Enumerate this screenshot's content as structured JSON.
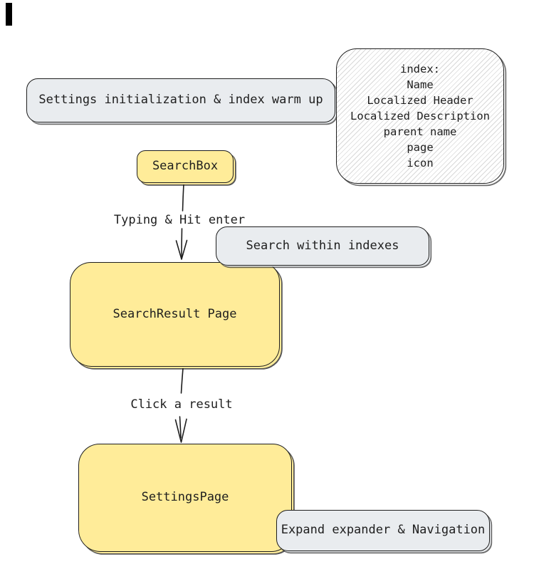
{
  "nodes": {
    "init": {
      "label": "Settings initialization & index warm up"
    },
    "indexNote": {
      "lines": [
        "index:",
        "Name",
        "Localized Header",
        "Localized Description",
        "parent name",
        "page",
        "icon"
      ]
    },
    "searchBox": {
      "label": "SearchBox"
    },
    "searchWithin": {
      "label": "Search within indexes"
    },
    "searchResult": {
      "label": "SearchResult Page"
    },
    "settingsPage": {
      "label": "SettingsPage"
    },
    "expandNav": {
      "label": "Expand expander & Navigation"
    }
  },
  "edges": {
    "typing": {
      "label": "Typing & Hit enter"
    },
    "click": {
      "label": "Click a result"
    }
  },
  "colors": {
    "node_yellow": "#ffec99",
    "node_gray": "#e9ecef",
    "stroke": "#1e1e1e",
    "hatch_line": "#d8d8d8",
    "background": "#ffffff"
  }
}
